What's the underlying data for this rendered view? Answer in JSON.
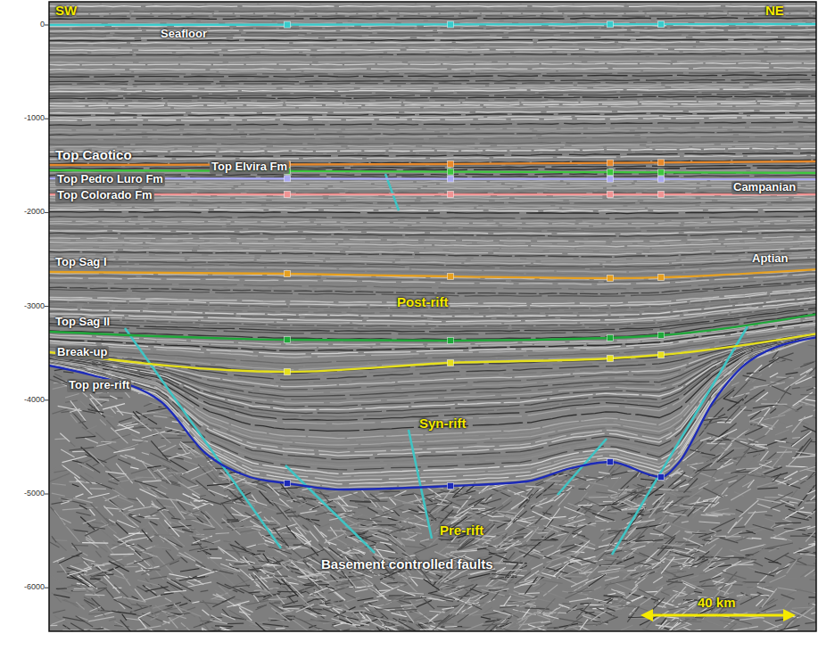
{
  "diagram": {
    "labels": [
      "0",
      "SW",
      "Seafloor",
      "NE",
      "-1000",
      "Top Caotico",
      "Top Elvira Fm",
      "Top Pedro Luro Fm",
      "-2000",
      "Campanian",
      "Top Colorado Fm",
      "Top Sag I",
      "Aptian",
      "-3000",
      "Post-rift",
      "Top Sag II",
      "Break-up",
      "Top pre-rift",
      "-4000",
      "Syn-rift",
      "-5000",
      "Pre-rift",
      "-6000",
      "Basement controlled faults",
      "40 km"
    ]
  }
}
